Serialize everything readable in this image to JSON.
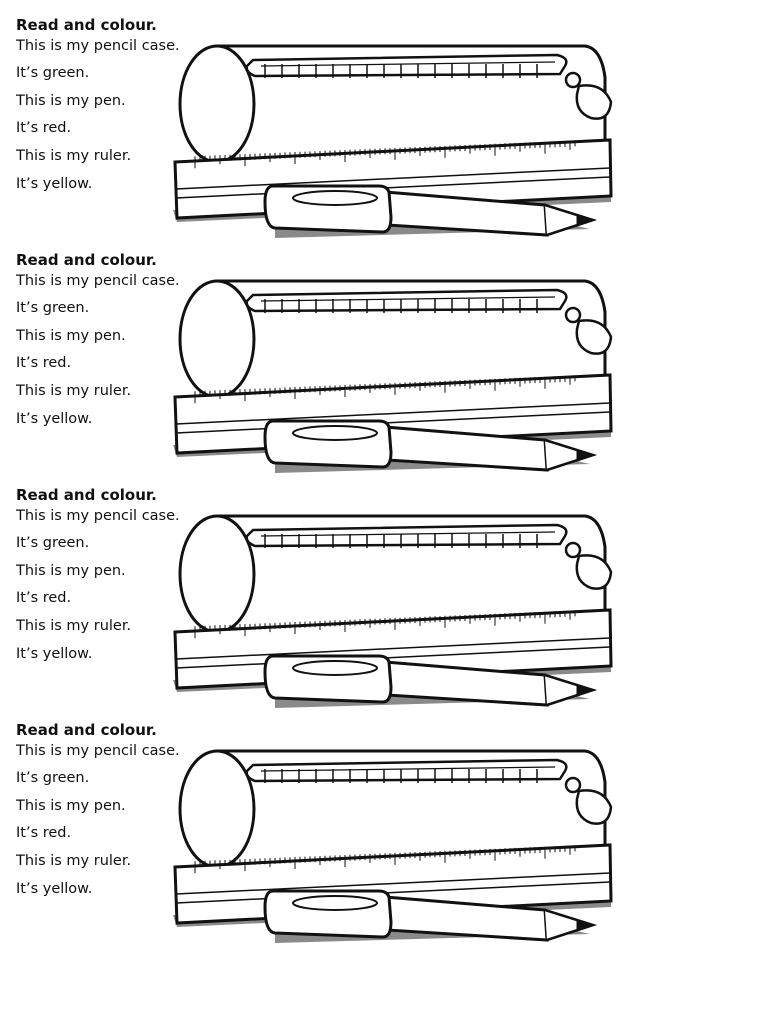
{
  "exercises": [
    {
      "heading": "Read and colour.",
      "lines": [
        "This is my pencil case.",
        "It’s green.",
        "This is my pen.",
        "It’s red.",
        "This is my ruler.",
        "It’s yellow."
      ],
      "illustration": "pencil-case-ruler-pen"
    },
    {
      "heading": "Read and colour.",
      "lines": [
        "This is my pencil case.",
        "It’s green.",
        "This is my pen.",
        "It’s red.",
        "This is my ruler.",
        "It’s yellow."
      ],
      "illustration": "pencil-case-ruler-pen"
    },
    {
      "heading": "Read and colour.",
      "lines": [
        "This is my pencil case.",
        "It’s green.",
        "This is my pen.",
        "It’s red.",
        "This is my ruler.",
        "It’s yellow."
      ],
      "illustration": "pencil-case-ruler-pen"
    },
    {
      "heading": "Read and colour.",
      "lines": [
        "This is my pencil case.",
        "It’s green.",
        "This is my pen.",
        "It’s red.",
        "This is my ruler.",
        "It’s yellow."
      ],
      "illustration": "pencil-case-ruler-pen"
    }
  ],
  "colors": {
    "ink": "#111111",
    "shadow": "#8a8a8a",
    "paper": "#ffffff"
  }
}
